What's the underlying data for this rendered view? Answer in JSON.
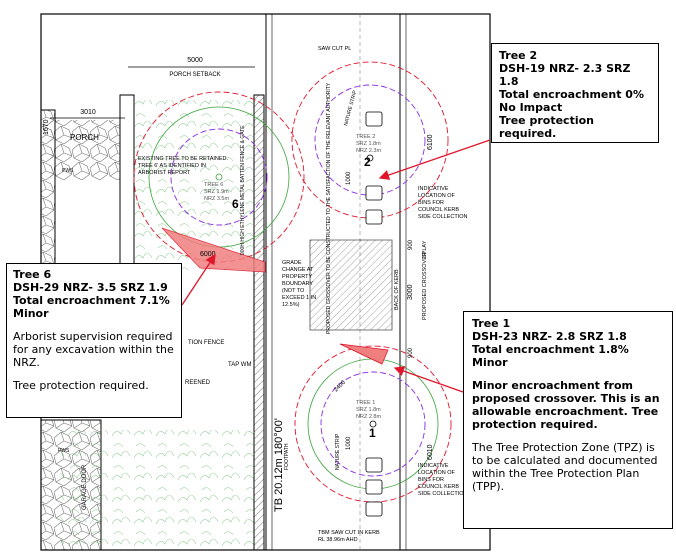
{
  "plan": {
    "porch_setback_dim": "5000",
    "porch_setback_label": "PORCH SETBACK",
    "porch_width_dim": "3010",
    "porch_depth_dim": "1670",
    "porch_label": "PORCH",
    "saw_cut_label": "SAW CUT PL",
    "existing_tree_note": [
      "EXISTING TREE TO BE RETAINED.",
      "TREE 6' AS IDENTIFIED IN",
      "ARBORIST REPORT"
    ],
    "tree6_label": [
      "TREE 6",
      "SRZ 1.9m",
      "NRZ 3.5m"
    ],
    "tree6_number": "6",
    "tree2_number": "2",
    "tree1_number": "1",
    "tree2_label": [
      "TREE 2",
      "SRZ 1.8m",
      "NRZ 2.3m"
    ],
    "tree1_label": [
      "TREE 1",
      "SRZ 1.8m",
      "NRZ 2.8m"
    ],
    "fence_note": "900H HIGH ETHYLENE METAL BATTEN FENCE & GATE",
    "grade_note": [
      "GRADE",
      "CHANGE AT",
      "PROPERTY",
      "BOUNDARY",
      "(NOT TO",
      "EXCEED 1 IN",
      "12.5%)"
    ],
    "dim_6000": "6000",
    "dim_6100": "6100",
    "dim_6010": "6010",
    "dim_1000_a": "1000",
    "dim_1000_b": "1000",
    "dim_3000": "3000",
    "dim_900_a": "900",
    "dim_900_b": "900",
    "dim_2400": "2400",
    "splay": "SPLAY",
    "proposed_crossover": "PROPOSED CROSSOVER",
    "back_of_kerb": "BACK OF KERB",
    "bins_note": [
      "INDICATIVE",
      "LOCATION OF",
      "BINS FOR",
      "COUNCIL KERB",
      "SIDE COLLECTION"
    ],
    "tap_wm": "TAP  WM",
    "fence_label": "TION FENCE",
    "screened": "REENED",
    "garage_door": "GARAGE DOOR",
    "pws": "PWS",
    "street_label": "TB 20.12m 180°00'",
    "crossover_note": "PROPOSED CROSSOVER TO BE CONSTRUCTED TO THE SATISFACTION OF THE RELEVANT AUTHORITY",
    "tbm": [
      "TBM SAW CUT IN KERB",
      "RL 38.96m AHD"
    ],
    "nature_strip": "NATURE STRIP",
    "footpath": "FOOTPATH"
  },
  "tree2": {
    "title": "Tree 2",
    "line1": "DSH-19 NRZ- 2.3 SRZ 1.8",
    "line2": "Total encroachment 0%",
    "line3": "No Impact",
    "line4": "Tree protection required."
  },
  "tree6": {
    "title": "Tree 6",
    "line1": "DSH-29 NRZ- 3.5 SRZ 1.9",
    "line2": "Total encroachment 7.1%",
    "line3": "Minor",
    "line4": "Arborist supervision required for any excavation within the NRZ.",
    "line5": "Tree protection required."
  },
  "tree1": {
    "title": "Tree 1",
    "line1": "DSH-23 NRZ- 2.8 SRZ 1.8",
    "line2": "Total encroachment 1.8%",
    "line3": "Minor",
    "line4": "Minor encroachment from proposed crossover. This is an allowable encroachment. Tree protection required.",
    "line5": "The Tree Protection Zone (TPZ) is to be calculated and documented within the Tree Protection Plan (TPP)."
  },
  "colors": {
    "nrz_circle": "#e0162b",
    "srz_circle": "#8a2be2",
    "canopy": "#3aa33a",
    "encroachment_fill": "#f08080",
    "arrow": "#e0162b"
  }
}
